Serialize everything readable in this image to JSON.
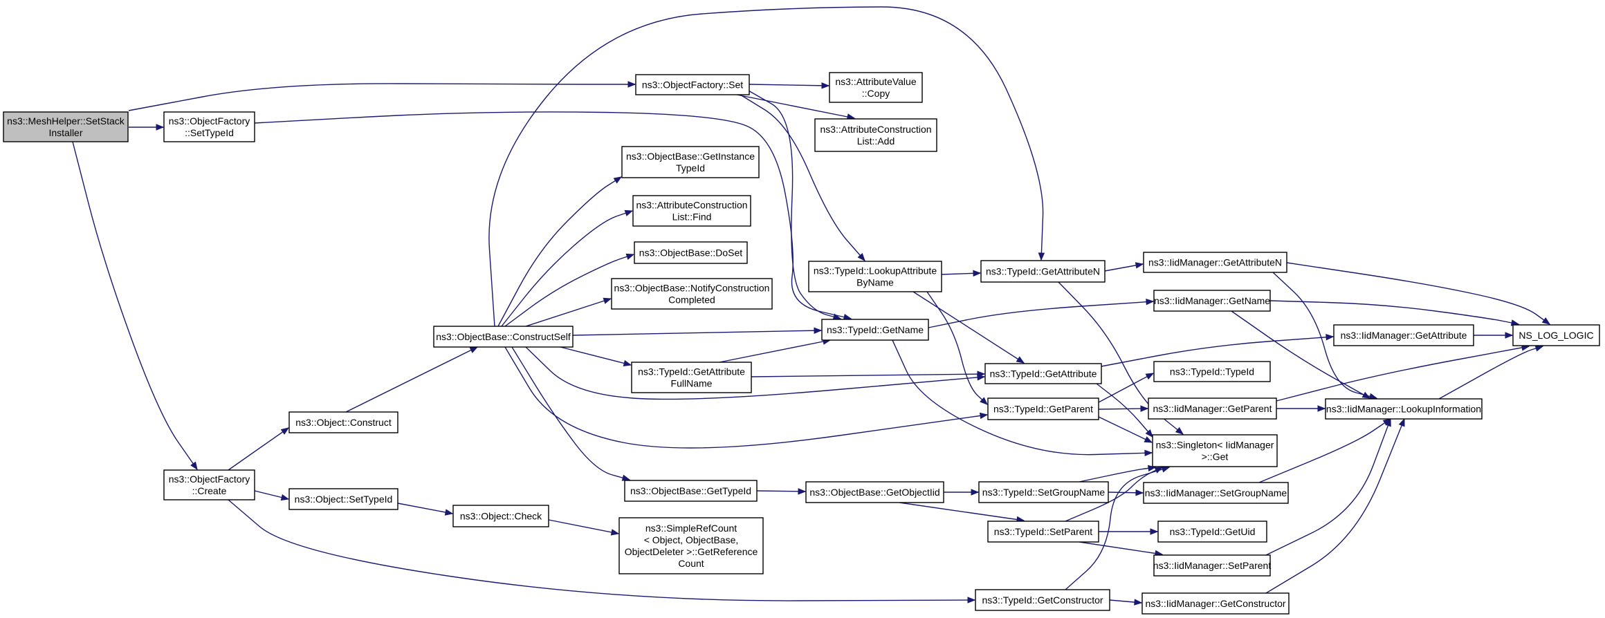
{
  "nodes": [
    {
      "id": "meshhelper",
      "lines": [
        "ns3::MeshHelper::SetStack",
        "Installer"
      ],
      "root": true
    },
    {
      "id": "of_settypeid",
      "lines": [
        "ns3::ObjectFactory",
        "::SetTypeId"
      ]
    },
    {
      "id": "of_set",
      "lines": [
        "ns3::ObjectFactory::Set"
      ]
    },
    {
      "id": "av_copy",
      "lines": [
        "ns3::AttributeValue",
        "::Copy"
      ]
    },
    {
      "id": "acl_add",
      "lines": [
        "ns3::AttributeConstruction",
        "List::Add"
      ]
    },
    {
      "id": "ob_getinstancetypeid",
      "lines": [
        "ns3::ObjectBase::GetInstance",
        "TypeId"
      ]
    },
    {
      "id": "acl_find",
      "lines": [
        "ns3::AttributeConstruction",
        "List::Find"
      ]
    },
    {
      "id": "ob_doset",
      "lines": [
        "ns3::ObjectBase::DoSet"
      ]
    },
    {
      "id": "ob_notify",
      "lines": [
        "ns3::ObjectBase::NotifyConstruction",
        "Completed"
      ]
    },
    {
      "id": "ob_constructself",
      "lines": [
        "ns3::ObjectBase::ConstructSelf"
      ]
    },
    {
      "id": "tid_lookupattr",
      "lines": [
        "ns3::TypeId::LookupAttribute",
        "ByName"
      ]
    },
    {
      "id": "tid_getattributen",
      "lines": [
        "ns3::TypeId::GetAttributeN"
      ]
    },
    {
      "id": "iid_getattributen",
      "lines": [
        "ns3::IidManager::GetAttributeN"
      ]
    },
    {
      "id": "tid_getname",
      "lines": [
        "ns3::TypeId::GetName"
      ]
    },
    {
      "id": "iid_getname",
      "lines": [
        "ns3::IidManager::GetName"
      ]
    },
    {
      "id": "tid_getattrfullname",
      "lines": [
        "ns3::TypeId::GetAttribute",
        "FullName"
      ]
    },
    {
      "id": "tid_getattribute",
      "lines": [
        "ns3::TypeId::GetAttribute"
      ]
    },
    {
      "id": "iid_getattribute",
      "lines": [
        "ns3::IidManager::GetAttribute"
      ]
    },
    {
      "id": "ns_log_logic",
      "lines": [
        "NS_LOG_LOGIC"
      ]
    },
    {
      "id": "tid_typeid",
      "lines": [
        "ns3::TypeId::TypeId"
      ]
    },
    {
      "id": "obj_construct",
      "lines": [
        "ns3::Object::Construct"
      ]
    },
    {
      "id": "tid_getparent",
      "lines": [
        "ns3::TypeId::GetParent"
      ]
    },
    {
      "id": "iid_getparent",
      "lines": [
        "ns3::IidManager::GetParent"
      ]
    },
    {
      "id": "iid_lookupinfo",
      "lines": [
        "ns3::IidManager::LookupInformation"
      ]
    },
    {
      "id": "singleton_get",
      "lines": [
        "ns3::Singleton< IidManager",
        ">::Get"
      ]
    },
    {
      "id": "of_create",
      "lines": [
        "ns3::ObjectFactory",
        "::Create"
      ]
    },
    {
      "id": "ob_gettypeid",
      "lines": [
        "ns3::ObjectBase::GetTypeId"
      ]
    },
    {
      "id": "ob_getobjectiid",
      "lines": [
        "ns3::ObjectBase::GetObjectIid"
      ]
    },
    {
      "id": "tid_setgroupname",
      "lines": [
        "ns3::TypeId::SetGroupName"
      ]
    },
    {
      "id": "iid_setgroupname",
      "lines": [
        "ns3::IidManager::SetGroupName"
      ]
    },
    {
      "id": "obj_settypeid",
      "lines": [
        "ns3::Object::SetTypeId"
      ]
    },
    {
      "id": "obj_check",
      "lines": [
        "ns3::Object::Check"
      ]
    },
    {
      "id": "simplerefcount",
      "lines": [
        "ns3::SimpleRefCount",
        "< Object, ObjectBase,",
        "ObjectDeleter >::GetReference",
        "Count"
      ]
    },
    {
      "id": "tid_setparent",
      "lines": [
        "ns3::TypeId::SetParent"
      ]
    },
    {
      "id": "tid_getuid",
      "lines": [
        "ns3::TypeId::GetUid"
      ]
    },
    {
      "id": "iid_setparent",
      "lines": [
        "ns3::IidManager::SetParent"
      ]
    },
    {
      "id": "tid_getconstructor",
      "lines": [
        "ns3::TypeId::GetConstructor"
      ]
    },
    {
      "id": "iid_getconstructor",
      "lines": [
        "ns3::IidManager::GetConstructor"
      ]
    }
  ],
  "edges": [
    [
      "meshhelper",
      "of_settypeid"
    ],
    [
      "meshhelper",
      "of_set"
    ],
    [
      "meshhelper",
      "of_create"
    ],
    [
      "of_settypeid",
      "tid_getname"
    ],
    [
      "of_set",
      "av_copy"
    ],
    [
      "of_set",
      "acl_add"
    ],
    [
      "of_set",
      "tid_lookupattr"
    ],
    [
      "of_set",
      "tid_getname"
    ],
    [
      "ob_constructself",
      "ob_getinstancetypeid"
    ],
    [
      "ob_constructself",
      "acl_find"
    ],
    [
      "ob_constructself",
      "ob_doset"
    ],
    [
      "ob_constructself",
      "ob_notify"
    ],
    [
      "ob_constructself",
      "tid_getname"
    ],
    [
      "ob_constructself",
      "tid_getattrfullname"
    ],
    [
      "ob_constructself",
      "tid_getattribute"
    ],
    [
      "ob_constructself",
      "tid_getparent"
    ],
    [
      "ob_constructself",
      "ob_gettypeid"
    ],
    [
      "ob_constructself",
      "tid_getattributen"
    ],
    [
      "tid_lookupattr",
      "tid_getattributen"
    ],
    [
      "tid_lookupattr",
      "tid_getattribute"
    ],
    [
      "tid_lookupattr",
      "tid_getparent"
    ],
    [
      "tid_getattributen",
      "iid_getattributen"
    ],
    [
      "tid_getattributen",
      "singleton_get"
    ],
    [
      "iid_getattributen",
      "ns_log_logic"
    ],
    [
      "iid_getattributen",
      "iid_lookupinfo"
    ],
    [
      "tid_getname",
      "iid_getname"
    ],
    [
      "tid_getname",
      "singleton_get"
    ],
    [
      "iid_getname",
      "ns_log_logic"
    ],
    [
      "iid_getname",
      "iid_lookupinfo"
    ],
    [
      "tid_getattrfullname",
      "tid_getname"
    ],
    [
      "tid_getattrfullname",
      "tid_getattribute"
    ],
    [
      "tid_getattribute",
      "iid_getattribute"
    ],
    [
      "tid_getattribute",
      "singleton_get"
    ],
    [
      "iid_getattribute",
      "ns_log_logic"
    ],
    [
      "obj_construct",
      "ob_constructself"
    ],
    [
      "tid_getparent",
      "tid_typeid"
    ],
    [
      "tid_getparent",
      "iid_getparent"
    ],
    [
      "tid_getparent",
      "singleton_get"
    ],
    [
      "iid_getparent",
      "ns_log_logic"
    ],
    [
      "iid_getparent",
      "iid_lookupinfo"
    ],
    [
      "iid_lookupinfo",
      "ns_log_logic"
    ],
    [
      "of_create",
      "obj_construct"
    ],
    [
      "of_create",
      "obj_settypeid"
    ],
    [
      "of_create",
      "tid_getconstructor"
    ],
    [
      "ob_gettypeid",
      "ob_getobjectiid"
    ],
    [
      "ob_getobjectiid",
      "tid_setgroupname"
    ],
    [
      "ob_getobjectiid",
      "tid_setparent"
    ],
    [
      "tid_setgroupname",
      "iid_setgroupname"
    ],
    [
      "tid_setgroupname",
      "singleton_get"
    ],
    [
      "iid_setgroupname",
      "iid_lookupinfo"
    ],
    [
      "obj_settypeid",
      "obj_check"
    ],
    [
      "obj_check",
      "simplerefcount"
    ],
    [
      "tid_setparent",
      "tid_getuid"
    ],
    [
      "tid_setparent",
      "iid_setparent"
    ],
    [
      "tid_setparent",
      "singleton_get"
    ],
    [
      "iid_setparent",
      "iid_lookupinfo"
    ],
    [
      "tid_getconstructor",
      "iid_getconstructor"
    ],
    [
      "tid_getconstructor",
      "singleton_get"
    ],
    [
      "iid_getconstructor",
      "iid_lookupinfo"
    ]
  ]
}
